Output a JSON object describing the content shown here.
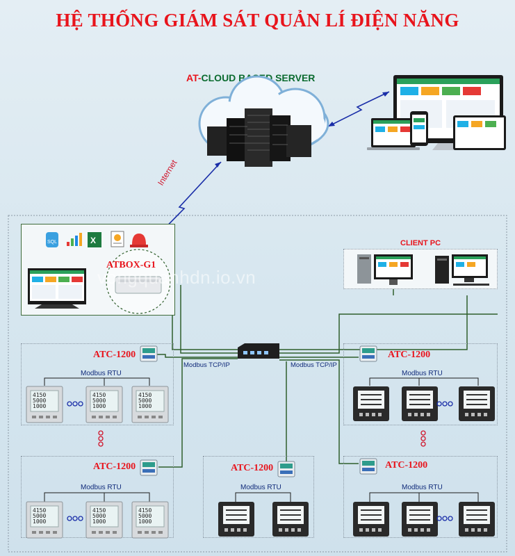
{
  "title": "HỆ THỐNG GIÁM SÁT QUẢN LÍ ĐIỆN NĂNG",
  "server": {
    "label_prefix": "AT-",
    "label_main": "CLOUD BASED SERVER"
  },
  "internet_label": "Internet",
  "atbox_label": "ATBOX-G1",
  "client_pc_label": "CLIENT PC",
  "watermark": "vongquanhdn.io.vn",
  "switch_links": {
    "left": "Modbus TCP/IP",
    "right": "Modbus TCP/IP"
  },
  "modbus_label": "Modbus RTU",
  "gateways": [
    {
      "id": "top-left",
      "label": "ATC-1200"
    },
    {
      "id": "bottom-left",
      "label": "ATC-1200"
    },
    {
      "id": "bottom-center",
      "label": "ATC-1200"
    },
    {
      "id": "top-right",
      "label": "ATC-1200"
    },
    {
      "id": "bottom-right",
      "label": "ATC-1200"
    }
  ],
  "meter_readings": [
    "4150",
    "5000",
    "1000"
  ],
  "app_icons": [
    "sql-icon",
    "chart-icon",
    "excel-icon",
    "report-icon",
    "alarm-icon"
  ],
  "colors": {
    "title": "#e8141c",
    "label_green": "#0b6b2f",
    "line_green": "#2f5f2c",
    "link_blue": "#1a2ea8"
  }
}
